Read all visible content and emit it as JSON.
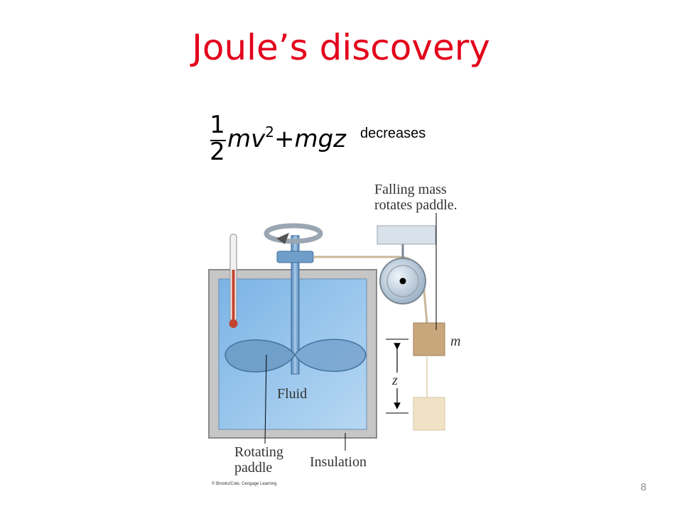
{
  "slide": {
    "title": "Joule’s discovery",
    "page_number": "8"
  },
  "equation": {
    "fraction_numerator": "1",
    "fraction_denominator": "2",
    "term_m1": "mv",
    "exponent": "2",
    "plus_sign": "+",
    "term_m2": "mgz",
    "annotation": "decreases"
  },
  "figure": {
    "labels": {
      "falling_mass_line1": "Falling mass",
      "falling_mass_line2": "rotates paddle.",
      "mass_symbol": "m",
      "height_symbol": "z",
      "fluid": "Fluid",
      "rotating_line1": "Rotating",
      "rotating_line2": "paddle",
      "insulation": "Insulation"
    },
    "copyright": "© Brooks/Cole, Cengage Learning",
    "colors": {
      "fluid": "#8fc0ea",
      "insulation": "#c8c8c8",
      "paddle": "#6f9ec9",
      "mass": "#c9a77c",
      "mass_lowered": "#f0e2c5",
      "thermometer": "#c4442f"
    }
  }
}
